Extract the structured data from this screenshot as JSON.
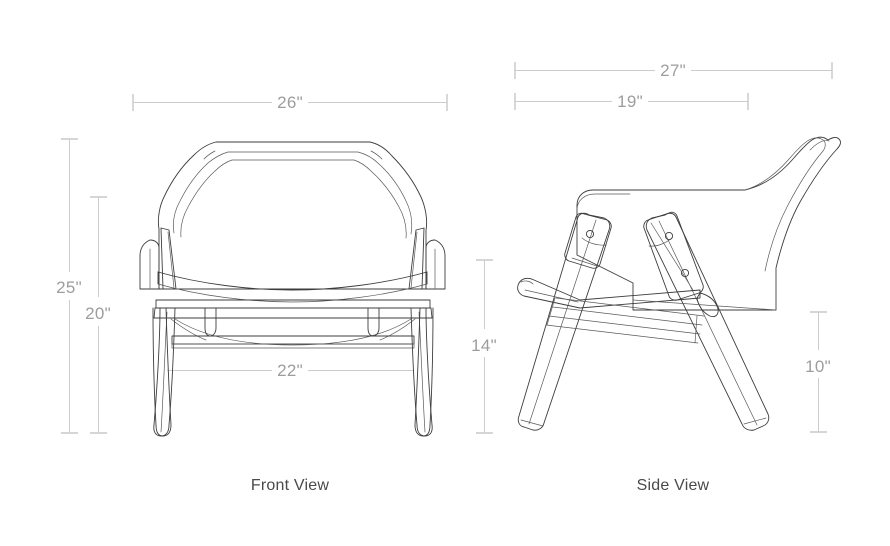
{
  "page": {
    "background_color": "#ffffff",
    "line_color": "#3d3d3d",
    "dimension_color": "#cccccc",
    "dimension_text_color": "#9d9d9d",
    "label_text_color": "#4a4a4a"
  },
  "front_view": {
    "label": "Front View",
    "dimensions": {
      "overall_width": "26\"",
      "overall_height": "25\"",
      "arm_height": "20\"",
      "seat_depth_height": "14\"",
      "leg_span_width": "22\""
    }
  },
  "side_view": {
    "label": "Side View",
    "dimensions": {
      "overall_depth": "27\"",
      "seat_depth": "19\"",
      "lower_height": "10\""
    }
  },
  "chart_data": {
    "type": "table",
    "title": "Chair Dimension Spec Drawing",
    "views": [
      {
        "name": "Front View",
        "measurements": [
          {
            "label": "26\"",
            "axis": "horizontal",
            "meaning": "overall width"
          },
          {
            "label": "25\"",
            "axis": "vertical",
            "meaning": "overall height"
          },
          {
            "label": "20\"",
            "axis": "vertical",
            "meaning": "arm height"
          },
          {
            "label": "14\"",
            "axis": "vertical",
            "meaning": "seat height"
          },
          {
            "label": "22\"",
            "axis": "horizontal",
            "meaning": "leg span width"
          }
        ]
      },
      {
        "name": "Side View",
        "measurements": [
          {
            "label": "27\"",
            "axis": "horizontal",
            "meaning": "overall depth"
          },
          {
            "label": "19\"",
            "axis": "horizontal",
            "meaning": "seat depth"
          },
          {
            "label": "10\"",
            "axis": "vertical",
            "meaning": "lower leg height"
          }
        ]
      }
    ]
  }
}
